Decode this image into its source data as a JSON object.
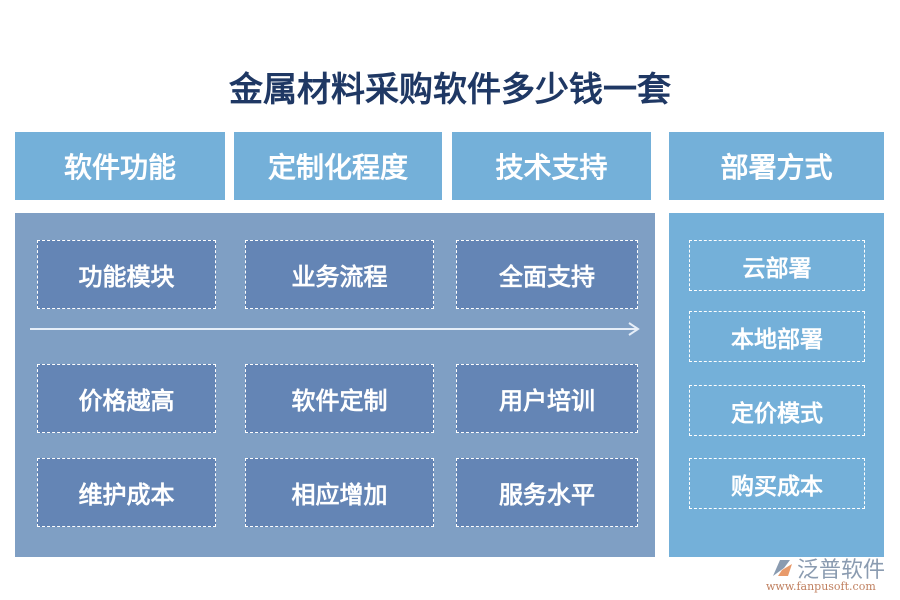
{
  "title": "金属材料采购软件多少钱一套",
  "headers": [
    "软件功能",
    "定制化程度",
    "技术支持",
    "部署方式"
  ],
  "grid": [
    [
      "功能模块",
      "业务流程",
      "全面支持"
    ],
    [
      "价格越高",
      "软件定制",
      "用户培训"
    ],
    [
      "维护成本",
      "相应增加",
      "服务水平"
    ]
  ],
  "deployment": [
    "云部署",
    "本地部署",
    "定价模式",
    "购买成本"
  ],
  "logo": {
    "name": "泛普软件",
    "url": "www.fanpusoft.com"
  },
  "colors": {
    "title": "#1f3864",
    "header": "#74b0d9",
    "panel": "#7f9fc4",
    "box": "#6485b5"
  }
}
